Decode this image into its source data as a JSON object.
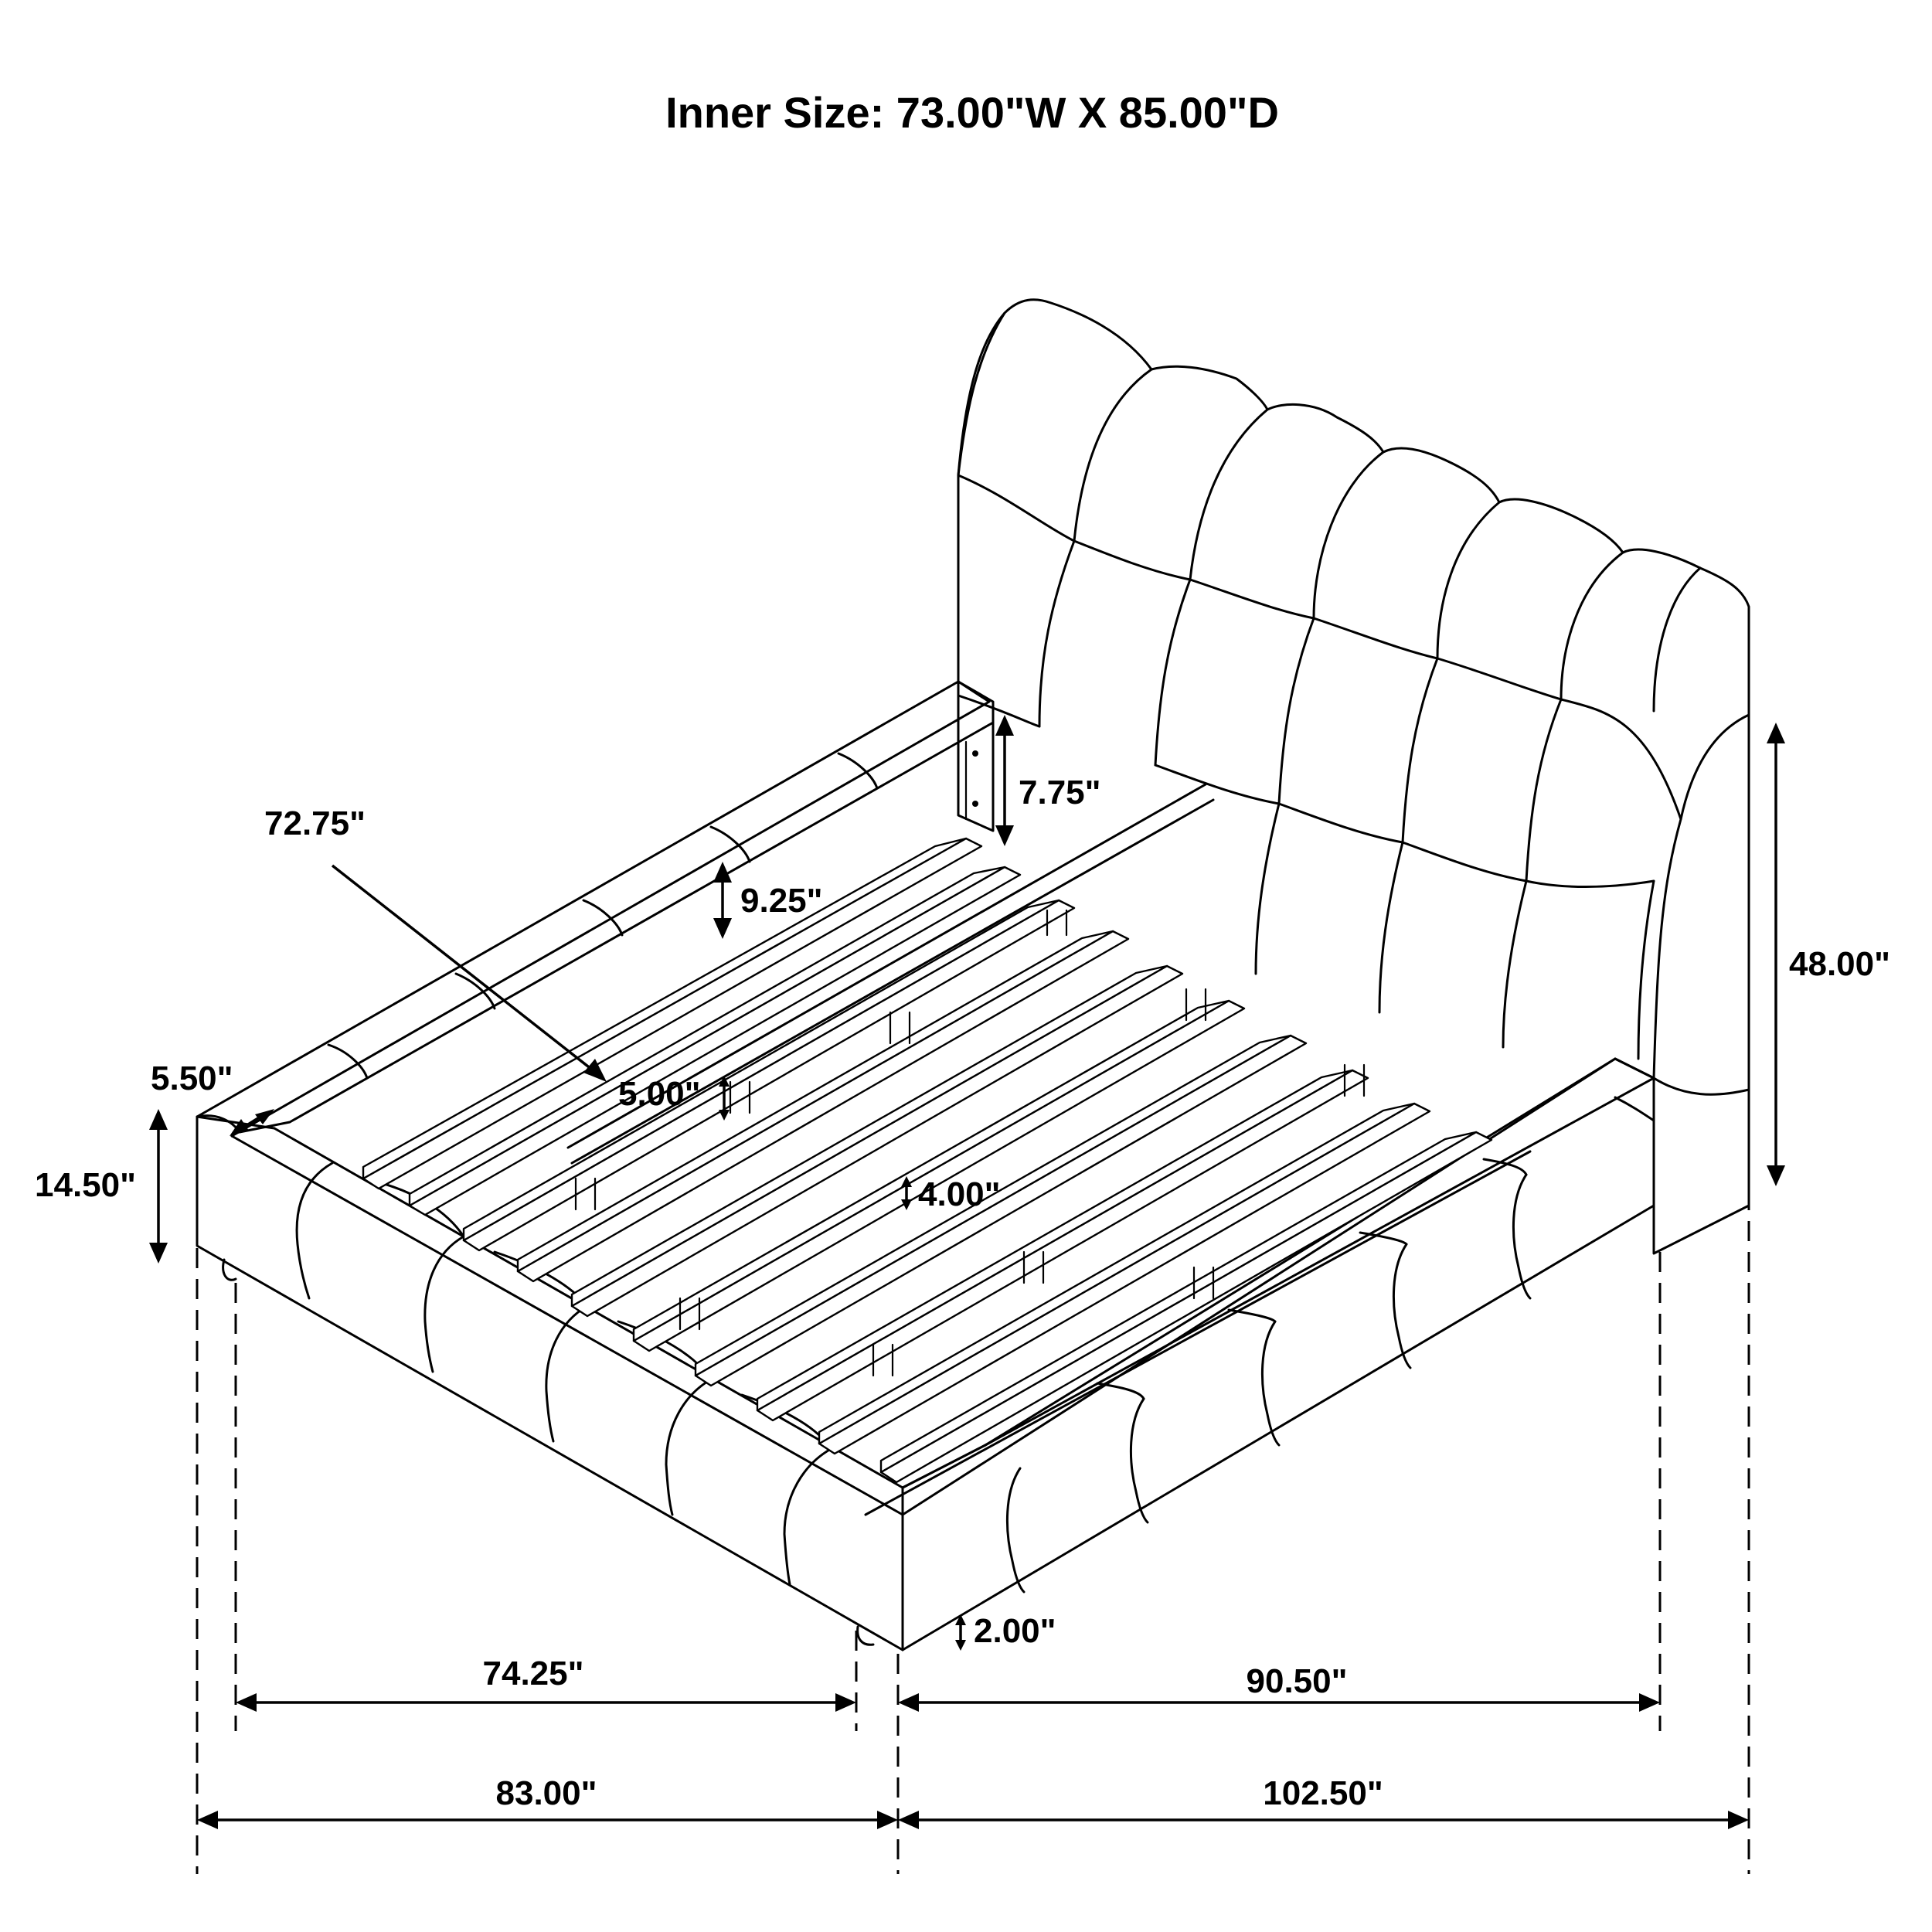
{
  "title": "Inner Size: 73.00\"W X 85.00\"D",
  "dimensions": {
    "headboard_height": "48.00\"",
    "rail_height_back": "7.75\"",
    "slat_gap": "9.25\"",
    "inner_diagonal": "72.75\"",
    "rail_width": "5.50\"",
    "bed_height": "14.50\"",
    "rail_inner_height": "5.00\"",
    "support_height": "4.00\"",
    "clearance": "2.00\"",
    "leg_width": "74.25\"",
    "leg_length": "90.50\"",
    "overall_width": "83.00\"",
    "overall_length": "102.50\""
  }
}
